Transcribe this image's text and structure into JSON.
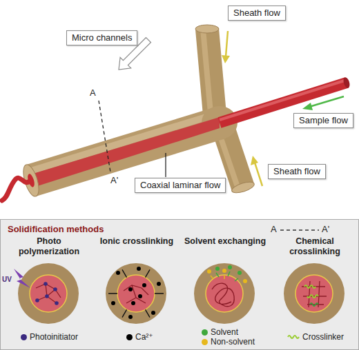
{
  "diagram": {
    "nodes": [
      {
        "text": [
          "Sheath flow"
        ]
      },
      {
        "text": [
          "Micro channels"
        ]
      },
      {
        "text": [
          "Sample flow"
        ]
      },
      {
        "text": [
          "Sheath flow"
        ]
      },
      {
        "text": [
          "Coaxial laminar flow"
        ]
      },
      {
        "text": [
          "Solidification methods"
        ]
      },
      {
        "text": [
          "Photo polymerization"
        ],
        "in": 5
      },
      {
        "text": [
          "Ionic crosslinking"
        ],
        "in": 5
      },
      {
        "text": [
          "Solvent exchanging"
        ],
        "in": 5
      },
      {
        "text": [
          "Chemical crosslinking"
        ],
        "in": 5
      }
    ],
    "labels": [
      "A",
      "A'",
      "A",
      "A'",
      "UV"
    ],
    "legend": [
      {
        "text": "Photoinitiator",
        "color": "#3b2a80"
      },
      {
        "text": "Ca²⁺",
        "color": "#000000"
      },
      {
        "text": "Solvent",
        "color": "#3fa83c"
      },
      {
        "text": "Non-solvent",
        "color": "#e6b81e"
      },
      {
        "text": "Crosslinker"
      }
    ]
  }
}
